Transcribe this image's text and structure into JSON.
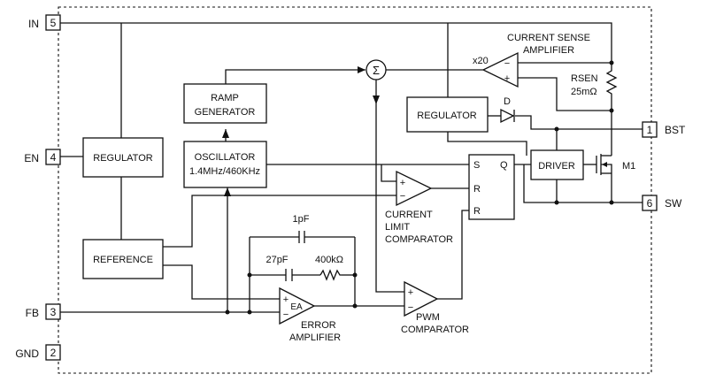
{
  "pins": {
    "in": {
      "name": "IN",
      "num": "5"
    },
    "en": {
      "name": "EN",
      "num": "4"
    },
    "fb": {
      "name": "FB",
      "num": "3"
    },
    "gnd": {
      "name": "GND",
      "num": "2"
    },
    "bst": {
      "name": "BST",
      "num": "1"
    },
    "sw": {
      "name": "SW",
      "num": "6"
    }
  },
  "blocks": {
    "regulator_left": "REGULATOR",
    "reference": "REFERENCE",
    "oscillator_line1": "OSCILLATOR",
    "oscillator_line2": "1.4MHz/460KHz",
    "ramp_line1": "RAMP",
    "ramp_line2": "GENERATOR",
    "regulator_right": "REGULATOR",
    "driver": "DRIVER",
    "latch_s": "S",
    "latch_q": "Q",
    "latch_r1": "R",
    "latch_r2": "R"
  },
  "amplifiers": {
    "current_sense_line1": "CURRENT SENSE",
    "current_sense_line2": "AMPLIFIER",
    "gain": "x20",
    "current_limit_line1": "CURRENT",
    "current_limit_line2": "LIMIT",
    "current_limit_line3": "COMPARATOR",
    "pwm_line1": "PWM",
    "pwm_line2": "COMPARATOR",
    "error_line1": "ERROR",
    "error_line2": "AMPLIFIER",
    "error_inside": "EA",
    "plus": "+",
    "minus": "−"
  },
  "components": {
    "rsen_name": "RSEN",
    "rsen_value": "25mΩ",
    "diode": "D",
    "mosfet": "M1",
    "cap_top": "1pF",
    "cap_bottom": "27pF",
    "resistor": "400kΩ",
    "summer": "Σ"
  }
}
